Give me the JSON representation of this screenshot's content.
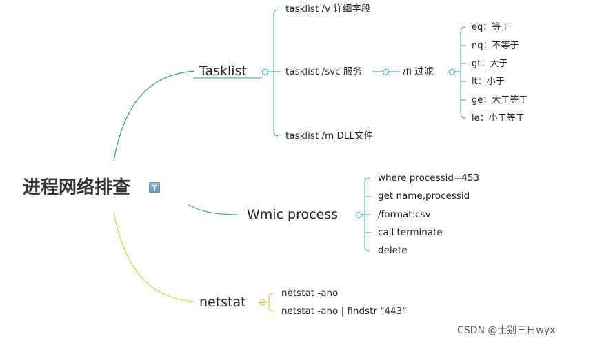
{
  "root": {
    "label": "进程网络排查",
    "icon": "note-icon"
  },
  "colors": {
    "tasklist": "#2e9aa8",
    "wmic": "#35b0a7",
    "netstat": "#e0c030"
  },
  "branches": {
    "tasklist": {
      "label": "Tasklist",
      "children": [
        "tasklist /v  详细字段",
        "tasklist /svc   服务",
        "tasklist /m   DLL文件"
      ],
      "filter": {
        "label": "/fi  过滤",
        "conditions": [
          "eq：等于",
          "nq：不等于",
          "gt：大于",
          "lt：小于",
          "ge：大于等于",
          "le：小于等于"
        ]
      }
    },
    "wmic": {
      "label": "Wmic process",
      "children": [
        "where processid=453",
        "get name,processid",
        "/format:csv",
        "call terminate",
        "delete"
      ]
    },
    "netstat": {
      "label": "netstat",
      "children": [
        "netstat -ano",
        "netstat -ano | findstr \"443\""
      ]
    }
  },
  "watermark": "CSDN @士别三日wyx"
}
